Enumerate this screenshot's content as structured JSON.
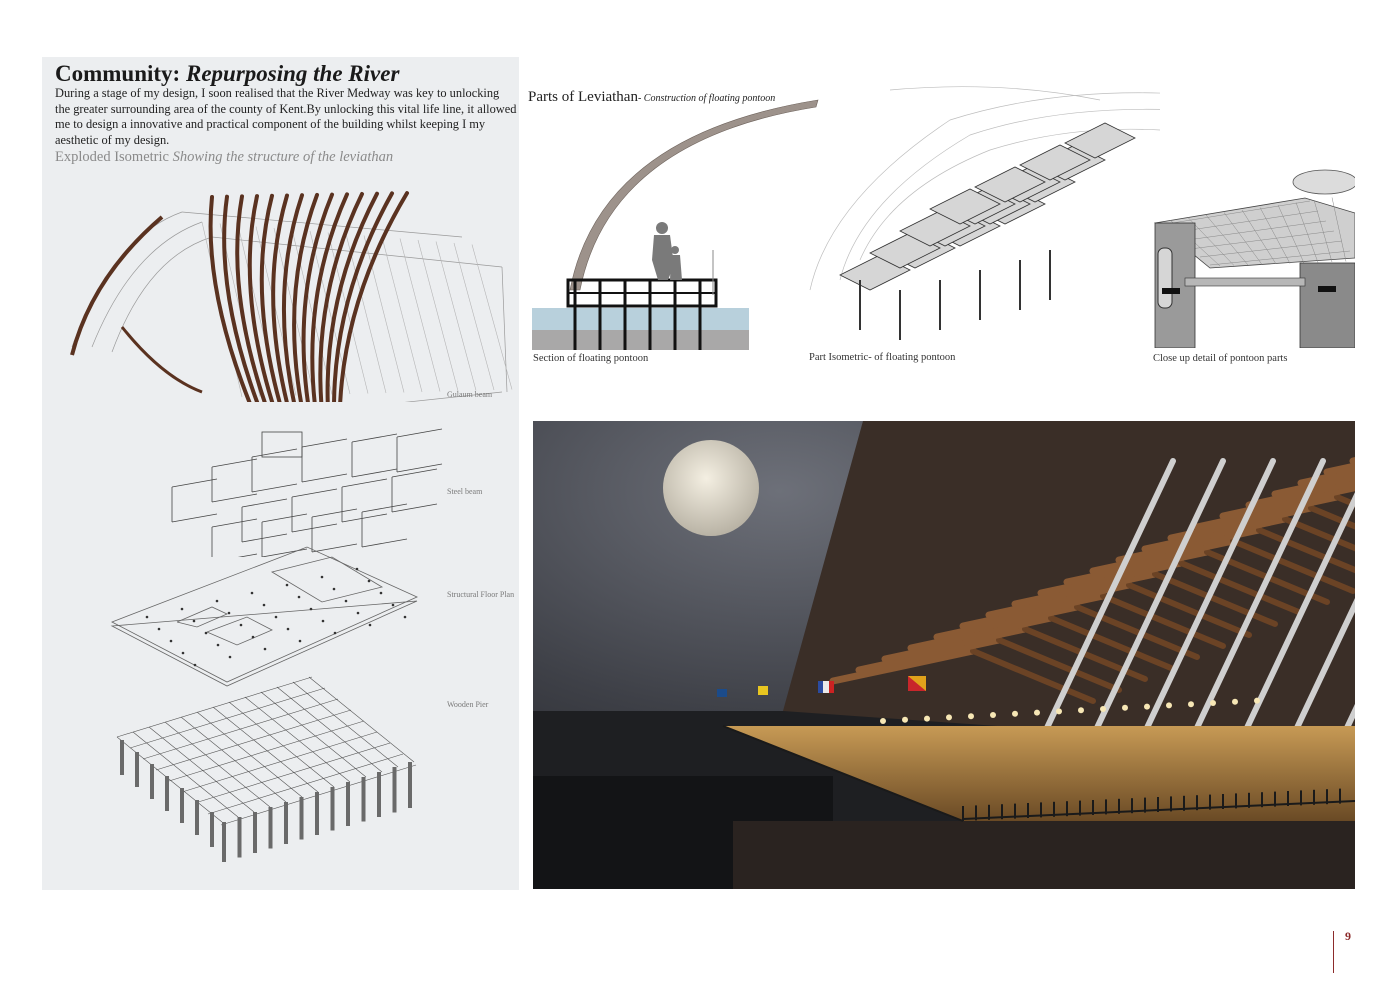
{
  "left_panel": {
    "title_lead": "Community:",
    "title_italic": "Repurposing the River",
    "intro": "During a stage of my design, I soon realised that the River Medway was key to unlocking the greater surrounding area of the county of Kent.By unlocking this vital life line, it allowed me to design a innovative and practical component of the building whilst keeping I my aesthetic of my design.",
    "subtitle_lead": "Exploded Isometric",
    "subtitle_italic": "Showing the structure of the leviathan",
    "layer_labels": {
      "glulam": "Gulaum beam",
      "steel": "Steel beam",
      "floor_plan": "Structural Floor Plan",
      "pier": "Wooden Pier"
    }
  },
  "parts": {
    "title": "Parts of Leviathan",
    "title_italic": "- Construction of floating pontoon",
    "captions": {
      "section": "Section of floating pontoon",
      "isometric": "Part Isometric- of floating pontoon",
      "detail": "Close up detail of pontoon parts"
    }
  },
  "page_number": "9",
  "colors": {
    "panel_bg": "#eceef0",
    "glulam_brown": "#5a3220",
    "accent_red": "#8c2b2b",
    "water_blue": "#b8d0dc"
  }
}
